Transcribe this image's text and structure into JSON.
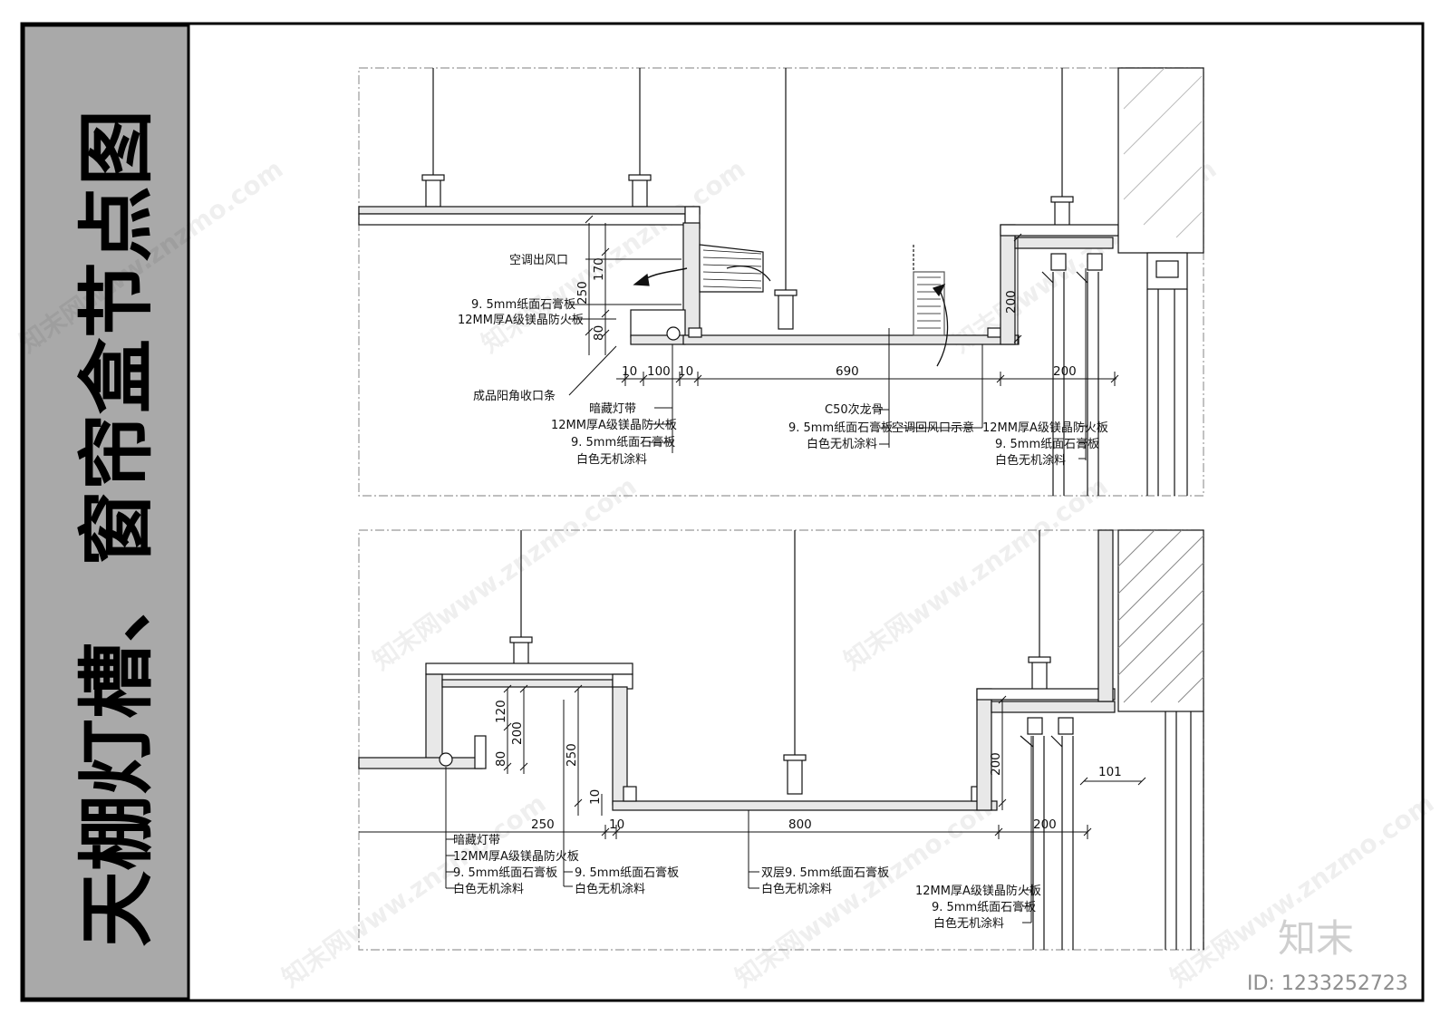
{
  "title": "天棚灯槽、窗帘盒节点图",
  "colors": {
    "side_panel": "#a9a9a9",
    "line": "#111111",
    "board": "#e8e8e8"
  },
  "watermark": {
    "text": "知末网www.znzmo.com",
    "brand": "知末",
    "id": "ID: 1233252723"
  },
  "detail1": {
    "labels": {
      "air_outlet": "空调出风口",
      "gypsum_a": "9. 5mm纸面石膏板",
      "fireboard_a": "12MM厚A级镁晶防火板",
      "corner_strip": "成品阳角收口条",
      "hidden_light": "暗藏灯带",
      "fireboard_b": "12MM厚A级镁晶防火板",
      "gypsum_b": "9. 5mm纸面石膏板",
      "coating_b": "白色无机涂料",
      "keel": "C50次龙骨",
      "gypsum_c": "9. 5mm纸面石膏板",
      "coating_c": "白色无机涂料",
      "return_air": "空调回风口示意",
      "fireboard_d": "12MM厚A级镁晶防火板",
      "gypsum_d": "9. 5mm纸面石膏板",
      "coating_d": "白色无机涂料"
    },
    "dims": {
      "v250": "250",
      "v170": "170",
      "v80": "80",
      "v200": "200",
      "h10a": "10",
      "h100": "100",
      "h10b": "10",
      "h690": "690",
      "h200": "200"
    }
  },
  "detail2": {
    "labels": {
      "hidden_light": "暗藏灯带",
      "fireboard_a": "12MM厚A级镁晶防火板",
      "gypsum_a": "9. 5mm纸面石膏板",
      "coating_a": "白色无机涂料",
      "gypsum_b": "9. 5mm纸面石膏板",
      "coating_b": "白色无机涂料",
      "double_gypsum": "双层9. 5mm纸面石膏板",
      "coating_c": "白色无机涂料",
      "fireboard_d": "12MM厚A级镁晶防火板",
      "gypsum_d": "9. 5mm纸面石膏板",
      "coating_d": "白色无机涂料"
    },
    "dims": {
      "v120": "120",
      "v200": "200",
      "v80": "80",
      "v250": "250",
      "v10": "10",
      "v200b": "200",
      "h101": "101",
      "h250": "250",
      "h10": "10",
      "h800": "800",
      "h200": "200"
    }
  }
}
